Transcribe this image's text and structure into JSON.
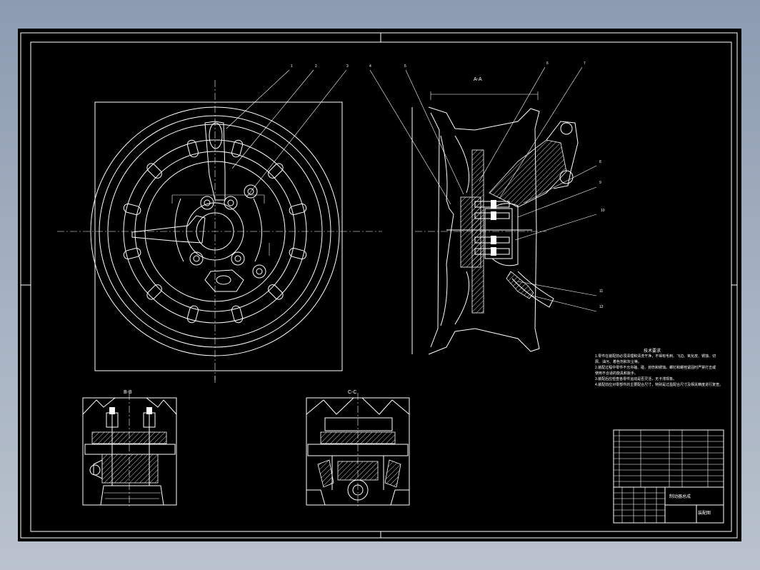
{
  "views": {
    "section_aa": "A-A",
    "section_bb": "B-B",
    "section_cc": "C-C"
  },
  "balloons": [
    "1",
    "2",
    "3",
    "4",
    "5",
    "6",
    "7",
    "8",
    "9",
    "10",
    "11",
    "12"
  ],
  "notes": {
    "heading": "技术要求",
    "lines": [
      "1.零件在装配前必须清理和清洗干净，不得有毛刺、飞边、氧化皮、锈蚀、切",
      "屑、油污、着色剂和灰尘等。",
      "2.装配过程中零件不允许磕、碰、划伤和锈蚀。螺钉和螺栓紧固时严禁打击或",
      "使用不合适的旋具和扳手。",
      "3.装配后应检查各零件运动是否灵活，无卡滞现象。",
      "4.装配前应对零部件的主要配合尺寸，特别是过盈配合尺寸及相关精度进行复查。"
    ]
  },
  "title_block": {
    "drawing_title": "制动器总成",
    "sheet_label": "装配图"
  },
  "colors": {
    "background": "#000000",
    "lines": "#ffffff",
    "desktop": "#9aa7b8"
  }
}
